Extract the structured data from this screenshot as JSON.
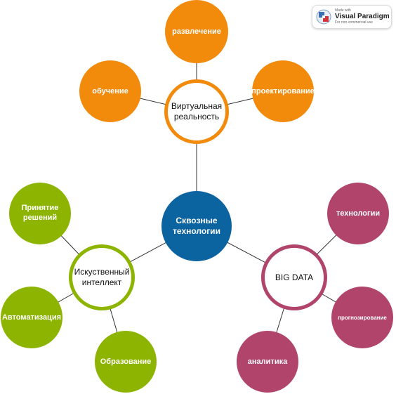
{
  "colors": {
    "edge": "#333333",
    "center": "#0b63a0",
    "vr": "#f28a0c",
    "ai": "#8cb400",
    "bigdata": "#b0446a"
  },
  "nodes": {
    "center": "Сквозные технологии",
    "vr_hub": "Виртуальная реальность",
    "vr_entertainment": "развлечение",
    "vr_learning": "обучение",
    "vr_design": "проектирование",
    "ai_hub": "Искуственный интеллект",
    "ai_decisions": "Принятие решений",
    "ai_automation": "Автоматизация",
    "ai_education": "Образование",
    "bd_hub": "BIG DATA",
    "bd_technologies": "технологии",
    "bd_forecasting": "прогнозирование",
    "bd_analytics": "аналитика"
  },
  "badge": {
    "made_with": "Made with",
    "brand": "Visual Paradigm",
    "note": "For non-commercial use",
    "icon": "visual-paradigm-logo-icon"
  }
}
